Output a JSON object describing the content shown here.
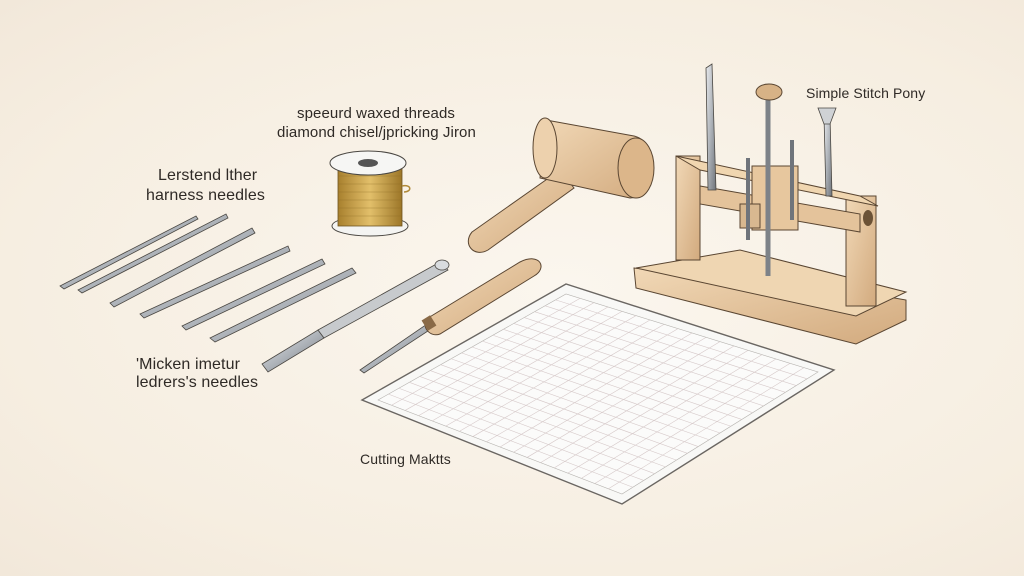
{
  "labels": {
    "thread_line1": "speeurd waxed threads",
    "thread_line2": "diamond chisel/jpricking Jiron",
    "harness_line1": "Lerstend lther",
    "harness_line2": "harness needles",
    "leather_line1": "'Micken imetur",
    "leather_line2": "ledrers's needles",
    "pony": "Simple Stitch Pony",
    "mat": "Cutting Maktts"
  },
  "colors": {
    "background": "#f8f1e6",
    "wood": "#e8c8a2",
    "wood_dark": "#c9a37a",
    "metal": "#b9bcc0",
    "thread_gold": "#c9a24a",
    "ink": "#3a3530"
  },
  "icons": [
    "needle-icon",
    "thread-spool-icon",
    "mallet-icon",
    "awl-icon",
    "chisel-icon",
    "stitching-pony-icon",
    "cutting-mat-icon"
  ]
}
